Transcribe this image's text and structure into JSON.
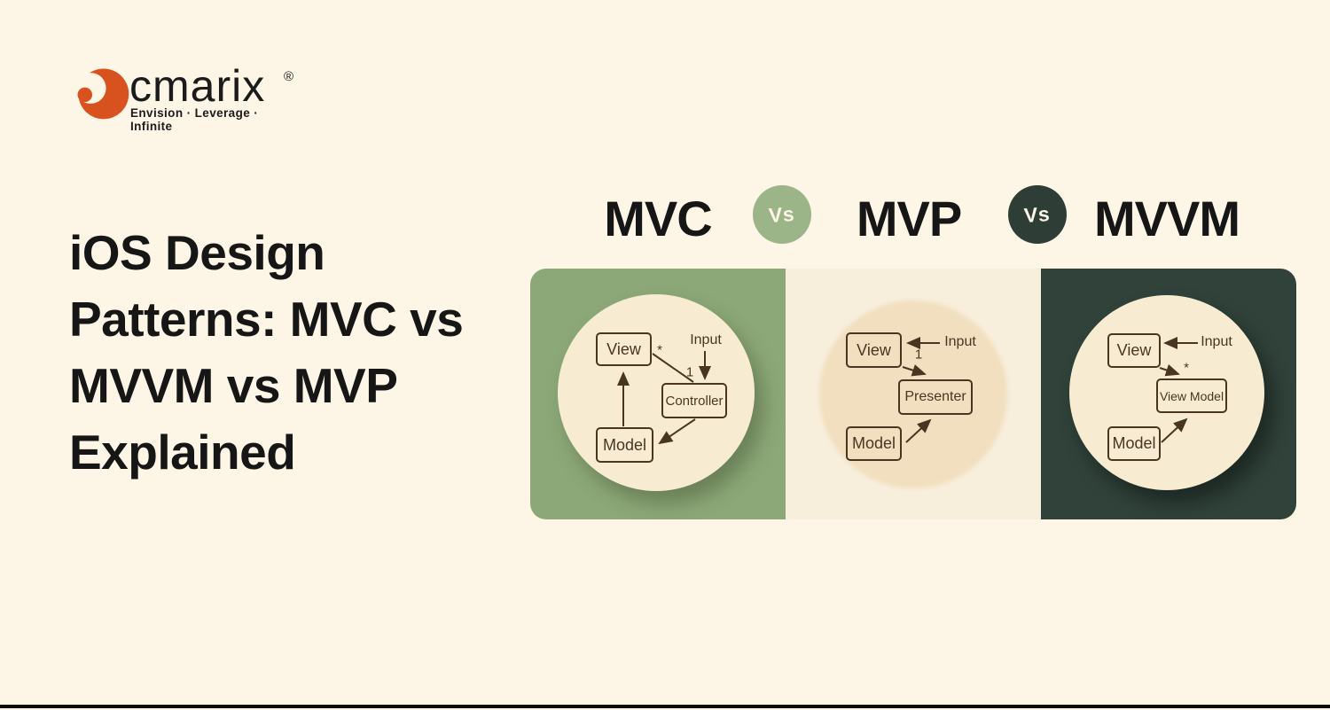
{
  "colors": {
    "page_bg": "#FDF5E5",
    "footer_bar": "#0A0A0A",
    "headline_text": "#161616",
    "logo_orange": "#D8521F",
    "logo_text": "#1B1B1B",
    "vs_green": "#9BB488",
    "vs_dark": "#2E3D36",
    "panel_green": "#8CA878",
    "panel_cream": "#F8EEDC",
    "panel_dark": "#30423A",
    "circle_cream": "#F7ECD2",
    "circle_tan": "#F1DFBF",
    "diagram_ink": "#4A3523"
  },
  "logo": {
    "brand": "cmarix",
    "registered": "®",
    "tagline": "Envision · Leverage · Infinite"
  },
  "headline": {
    "lines": [
      "iOS Design",
      "Patterns: MVC vs",
      "MVVM vs MVP",
      "Explained"
    ]
  },
  "comparison": {
    "left": "MVC",
    "vs1": "Vs",
    "middle": "MVP",
    "vs2": "Vs",
    "right": "MVVM"
  },
  "diagrams": {
    "mvc": {
      "view": "View",
      "controller": "Controller",
      "model": "Model",
      "input": "Input",
      "star": "*",
      "one": "1"
    },
    "mvp": {
      "view": "View",
      "presenter": "Presenter",
      "model": "Model",
      "input": "Input",
      "one": "1"
    },
    "mvvm": {
      "view": "View",
      "viewmodel": "View Model",
      "model": "Model",
      "input": "Input",
      "star": "*"
    }
  }
}
